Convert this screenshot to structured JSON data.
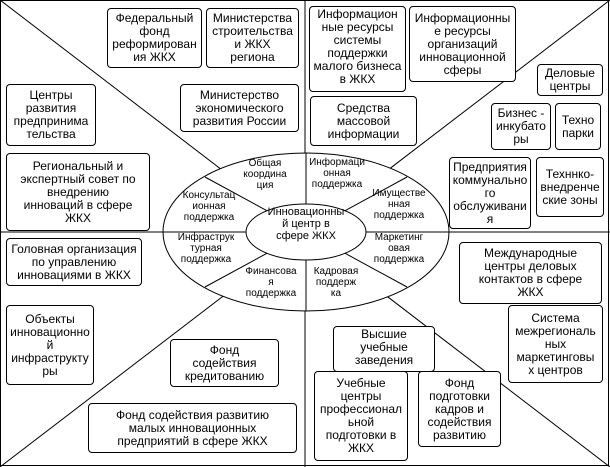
{
  "center": {
    "label": "Инновационны\nй центр в\nсфере ЖКХ"
  },
  "sectors": [
    {
      "id": "coordination",
      "label": "Общая\nкоордина\nция"
    },
    {
      "id": "information",
      "label": "Информаци\nонная\nподдержка"
    },
    {
      "id": "property",
      "label": "Имуществе\nнная\nподдержка"
    },
    {
      "id": "marketing",
      "label": "Маркетинг\nовая\nподдержка"
    },
    {
      "id": "personnel",
      "label": "Кадровая\nподдерж\nка"
    },
    {
      "id": "financial",
      "label": "Финансова\nя\nподдержка"
    },
    {
      "id": "infrastructure",
      "label": "Инфраструк\nтурная\nподдержка"
    },
    {
      "id": "consulting",
      "label": "Консультац\nионная\nподдержка"
    }
  ],
  "boxes": [
    {
      "id": "federal-fund",
      "label": "Федеральный\nфонд\nреформирован\nия ЖКХ"
    },
    {
      "id": "ministry-construction",
      "label": "Министерства\nстроительства\nи ЖКХ\nрегиона"
    },
    {
      "id": "info-resources-small-business",
      "label": "Информацион\nные ресурсы\nсистемы\nподдержки\nмалого бизнеса\nв ЖКХ"
    },
    {
      "id": "info-resources-innovation",
      "label": "Информационны\nе ресурсы\nорганизаций\nинновационной\nсферы"
    },
    {
      "id": "business-centers",
      "label": "Деловые\nцентры"
    },
    {
      "id": "development-centers",
      "label": "Центры\nразвития\nпредпринима\nтельства"
    },
    {
      "id": "ministry-economy",
      "label": "Министерство\nэкономического\nразвития России"
    },
    {
      "id": "mass-media",
      "label": "Средства\nмассовой\nинформации"
    },
    {
      "id": "business-incubators",
      "label": "Бизнес -\nинкубато\nры"
    },
    {
      "id": "technoparks",
      "label": "Техно\nпарки"
    },
    {
      "id": "expert-council",
      "label": "Региональный и\nэкспертный совет по\nвнедрению\nинноваций в сфере\nЖКХ"
    },
    {
      "id": "utility-enterprises",
      "label": "Предприятия\nкоммунально\nго\nобслуживани\nя"
    },
    {
      "id": "techno-zones",
      "label": "Техннко-\nвнедренче\nские зоны"
    },
    {
      "id": "head-organization",
      "label": "Головная организация\nпо управлению\nинновациями в ЖКХ"
    },
    {
      "id": "international-centers",
      "label": "Международные\nцентры деловых\nконтактов в сфере\nЖКХ"
    },
    {
      "id": "innovation-infrastructure",
      "label": "Объекты\nинновационно\nй\nинфраструкту\nры"
    },
    {
      "id": "marketing-system",
      "label": "Система\nмежрегиональ\nных\nмаркетинговы\nх центров"
    },
    {
      "id": "credit-fund",
      "label": "Фонд\nсодействия\nкредитованию"
    },
    {
      "id": "higher-education",
      "label": "Высшие\nучебные\nзаведения"
    },
    {
      "id": "training-centers",
      "label": "Учебные\nцентры\nпрофессионал\nьной\nподготовки в\nЖКХ"
    },
    {
      "id": "personnel-fund",
      "label": "Фонд\nподготовки\nкадров и\nсодействия\nразвитию"
    },
    {
      "id": "small-business-fund",
      "label": "Фонд содействия развитию\nмалых инновационных\nпредприятий в сфере ЖКХ"
    }
  ]
}
